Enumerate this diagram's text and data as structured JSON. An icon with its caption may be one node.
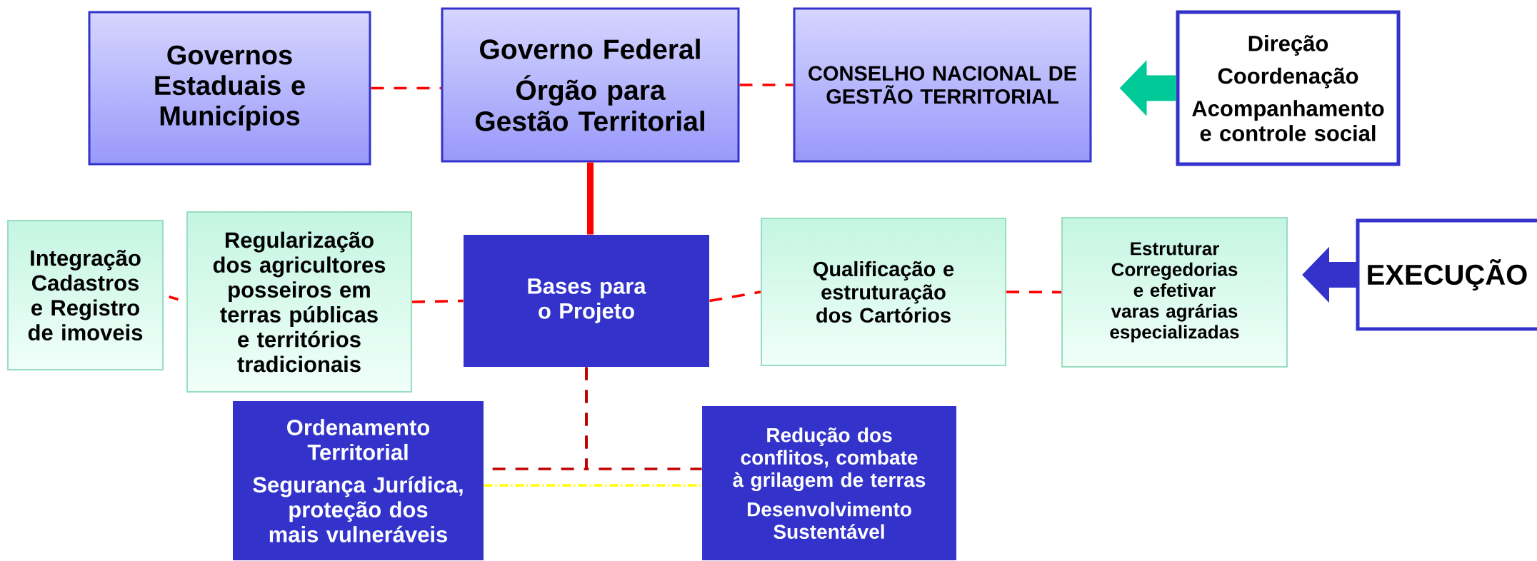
{
  "diagram": {
    "nodes": [
      {
        "text": [
          "Governos Estaduais e Municípios"
        ]
      },
      {
        "text": [
          "Governo Federal",
          "Órgão para Gestão Territorial"
        ]
      },
      {
        "text": [
          "CONSELHO NACIONAL DE GESTÃO TERRITORIAL"
        ]
      },
      {
        "text": [
          "Direção",
          "Coordenação",
          "Acompanhamento e controle social"
        ]
      },
      {
        "text": [
          "Integração Cadastros e Registro de imoveis"
        ]
      },
      {
        "text": [
          "Regularização dos agricultores posseiros em terras públicas e territórios tradicionais"
        ]
      },
      {
        "text": [
          "Bases para o Projeto"
        ]
      },
      {
        "text": [
          "Qualificação e estruturação dos Cartórios"
        ]
      },
      {
        "text": [
          "Estruturar Corregedorias e efetivar varas agrárias especializadas"
        ]
      },
      {
        "text": [
          "EXECUÇÃO"
        ]
      },
      {
        "text": [
          "Ordenamento Territorial",
          "Segurança Jurídica, proteção dos mais vulneráveis"
        ]
      },
      {
        "text": [
          "Redução dos conflitos, combate à grilagem de terras",
          "Desenvolvimento Sustentável"
        ]
      }
    ],
    "edges": [
      {
        "from": 0,
        "to": 1,
        "arrow": "none",
        "style": "dashed"
      },
      {
        "from": 1,
        "to": 2,
        "arrow": "none",
        "style": "dashed"
      },
      {
        "from": 1,
        "to": 6,
        "arrow": "none",
        "style": "thick"
      },
      {
        "from": 3,
        "to": 2,
        "arrow": "to",
        "style": "thick",
        "color": "#00c896"
      },
      {
        "from": 5,
        "to": 4,
        "arrow": "none",
        "style": "dashed"
      },
      {
        "from": 5,
        "to": 6,
        "arrow": "none",
        "style": "dashed"
      },
      {
        "from": 6,
        "to": 7,
        "arrow": "none",
        "style": "dashed"
      },
      {
        "from": 7,
        "to": 8,
        "arrow": "none",
        "style": "dashed"
      },
      {
        "from": 9,
        "to": 8,
        "arrow": "to",
        "style": "thick",
        "color": "#3333cc"
      },
      {
        "from": 6,
        "to": 10,
        "arrow": "none",
        "style": "dashed",
        "color": "#c00000"
      },
      {
        "from": 6,
        "to": 11,
        "arrow": "none",
        "style": "dashed",
        "color": "#c00000"
      },
      {
        "from": 10,
        "to": 11,
        "arrow": "none",
        "style": "dashed",
        "color": "#ffff00"
      }
    ]
  }
}
